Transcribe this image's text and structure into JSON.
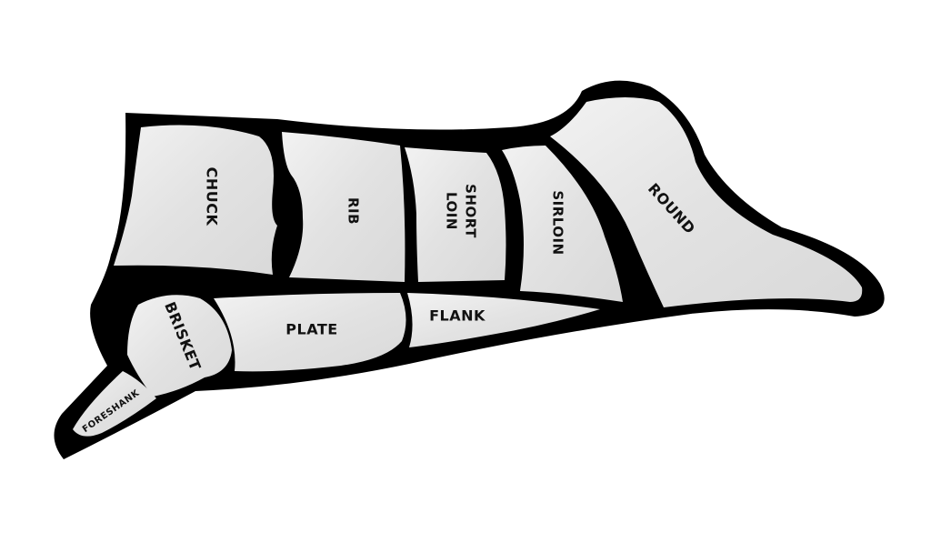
{
  "colors": {
    "outline": "#000000",
    "cut_fill_light": "#f2f2f2",
    "cut_fill_dark": "#d9d9d9",
    "label": "#111111",
    "background": "#ffffff"
  },
  "cuts": {
    "chuck": {
      "label": "CHUCK"
    },
    "rib": {
      "label": "RIB"
    },
    "short_loin": {
      "label_line1": "SHORT",
      "label_line2": "LOIN"
    },
    "sirloin": {
      "label": "SIRLOIN"
    },
    "round": {
      "label": "ROUND"
    },
    "brisket": {
      "label": "BRISKET"
    },
    "plate": {
      "label": "PLATE"
    },
    "flank": {
      "label": "FLANK"
    },
    "foreshank": {
      "label": "FORESHANK"
    }
  }
}
